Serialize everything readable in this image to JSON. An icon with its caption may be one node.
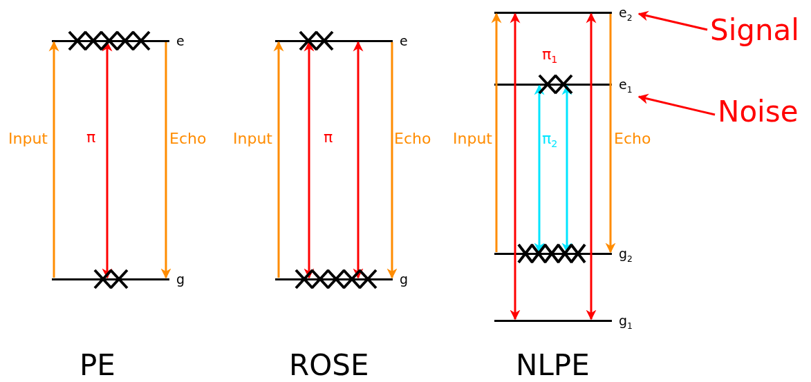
{
  "diagram": {
    "nodes": [
      {
        "text": [
          "e"
        ]
      },
      {
        "text": [
          "g"
        ]
      },
      {
        "text": [
          "e"
        ]
      },
      {
        "text": [
          "g"
        ]
      },
      {
        "text": [
          "e$_{2}$"
        ]
      },
      {
        "text": [
          "e$_{1}$"
        ]
      },
      {
        "text": [
          "g$_{2}$"
        ]
      },
      {
        "text": [
          "g$_{1}$"
        ]
      },
      {
        "text": [
          "Signal"
        ]
      },
      {
        "text": [
          "Noise"
        ]
      }
    ],
    "edges": [
      {
        "from": 1,
        "to": 0,
        "arrow": "to",
        "label": "Input",
        "color": "#ff8c00"
      },
      {
        "from": 0,
        "to": 1,
        "arrow": "both",
        "label": "π"
      },
      {
        "from": 0,
        "to": 1,
        "arrow": "to",
        "label": "Echo",
        "color": "#ff8c00"
      },
      {
        "from": 3,
        "to": 2,
        "arrow": "to",
        "label": "Input",
        "color": "#ff8c00"
      },
      {
        "from": 2,
        "to": 3,
        "arrow": "both",
        "label": "π"
      },
      {
        "from": 2,
        "to": 3,
        "arrow": "both"
      },
      {
        "from": 2,
        "to": 3,
        "arrow": "to",
        "label": "Echo",
        "color": "#ff8c00"
      },
      {
        "from": 6,
        "to": 4,
        "arrow": "to",
        "label": "Input",
        "color": "#ff8c00"
      },
      {
        "from": 4,
        "to": 7,
        "arrow": "both",
        "label": "π$_{1}$"
      },
      {
        "from": 4,
        "to": 7,
        "arrow": "both"
      },
      {
        "from": 5,
        "to": 6,
        "arrow": "both",
        "label": "π$_{2}$",
        "color": "#00e5ff"
      },
      {
        "from": 5,
        "to": 6,
        "arrow": "both",
        "color": "#00e5ff"
      },
      {
        "from": 4,
        "to": 6,
        "arrow": "to",
        "label": "Echo",
        "color": "#ff8c00"
      },
      {
        "from": 8,
        "to": 4,
        "arrow": "to"
      },
      {
        "from": 9,
        "to": 5,
        "arrow": "to"
      }
    ],
    "labels": [
      "PE",
      "ROSE",
      "NLPE"
    ]
  }
}
